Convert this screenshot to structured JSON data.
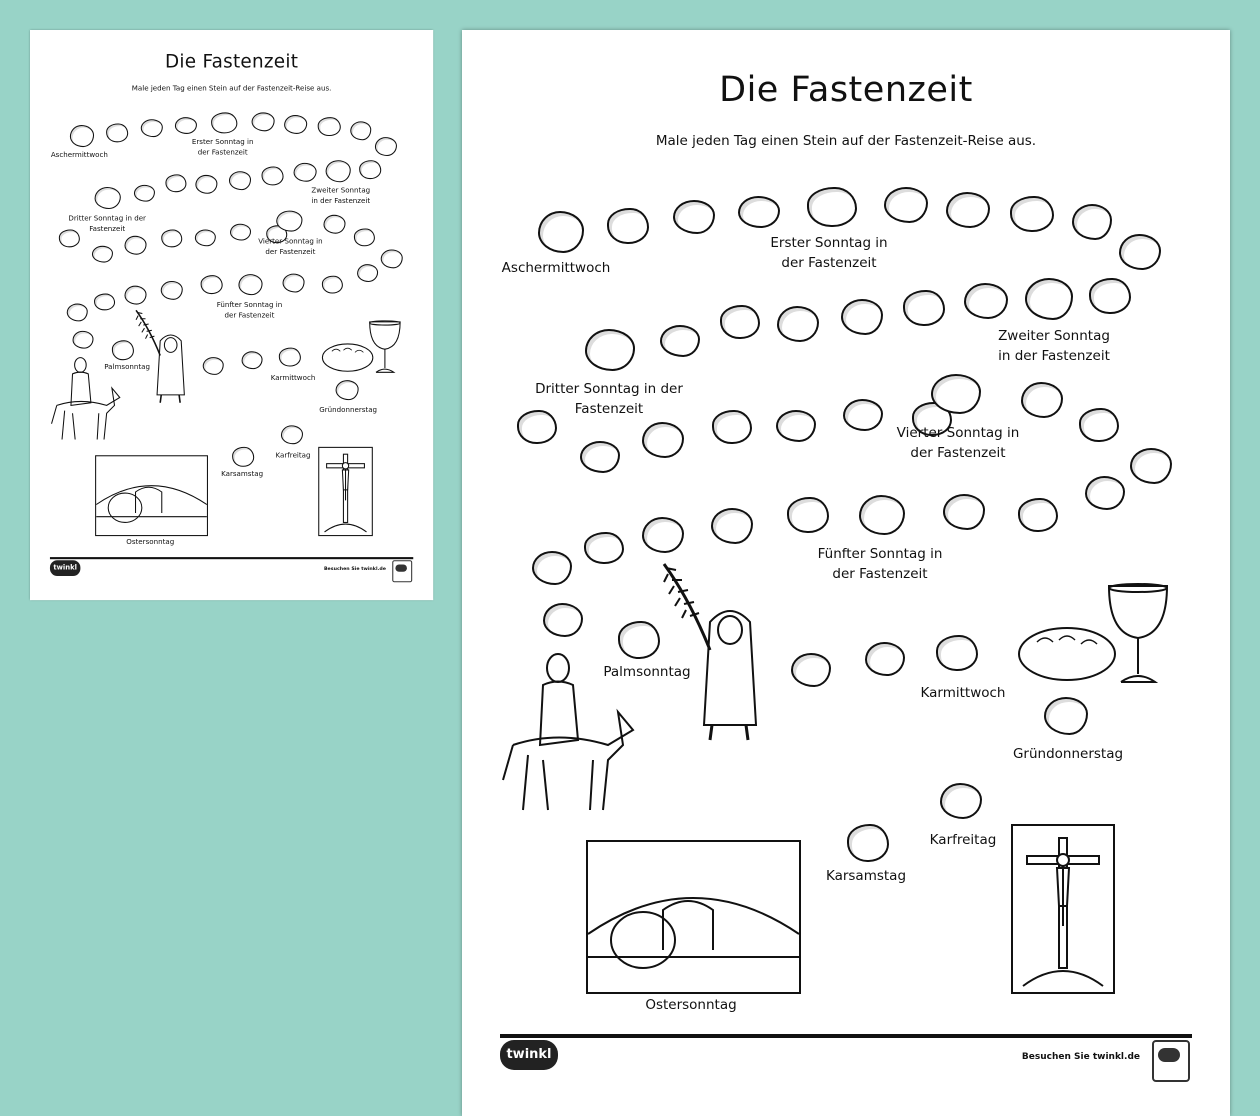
{
  "worksheet": {
    "title": "Die Fastenzeit",
    "instruction": "Male jeden Tag einen Stein auf der Fastenzeit-Reise aus.",
    "labels": {
      "ash_wednesday": "Aschermittwoch",
      "sunday1_line1": "Erster Sonntag in",
      "sunday1_line2": "der Fastenzeit",
      "sunday2_line1": "Zweiter Sonntag",
      "sunday2_line2": "in der Fastenzeit",
      "sunday3_line1": "Dritter Sonntag in der",
      "sunday3_line2": "Fastenzeit",
      "sunday4_line1": "Vierter Sonntag in",
      "sunday4_line2": "der Fastenzeit",
      "sunday5_line1": "Fünfter Sonntag in",
      "sunday5_line2": "der Fastenzeit",
      "palm_sunday": "Palmsonntag",
      "holy_wednesday": "Karmittwoch",
      "maundy_thursday": "Gründonnerstag",
      "good_friday": "Karfreitag",
      "holy_saturday": "Karsamstag",
      "easter_sunday": "Ostersonntag"
    },
    "footer": {
      "logo": "twinkl",
      "visit_text": "Besuchen Sie twinkl.de"
    }
  },
  "colors": {
    "background": "#98d3c7",
    "paper": "#ffffff",
    "ink": "#111111"
  }
}
